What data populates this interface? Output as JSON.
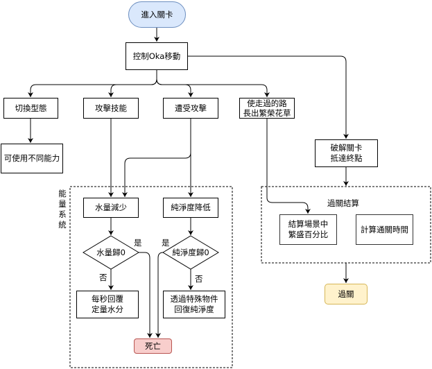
{
  "diagram": {
    "start": "進入關卡",
    "control": "控制Oka移動",
    "branches": {
      "switch_form": "切換型態",
      "attack_skill": "攻擊技能",
      "take_attack": "遭受攻擊",
      "grow_flowers": "使走過的路\n長出繁榮花草",
      "clear_stage": "破解關卡\n抵達終點"
    },
    "use_abilities": "可使用不同能力",
    "energy_system": {
      "title": "能量系統",
      "water_decrease": "水量減少",
      "purity_decrease": "純淨度降低",
      "water_zero": "水量歸0",
      "purity_zero": "純淨度歸0",
      "yes": "是",
      "no": "否",
      "water_recover": "每秒回覆\n定量水分",
      "purity_recover": "透過特殊物件\n回復純淨度",
      "death": "死亡"
    },
    "settlement": {
      "title": "過關結算",
      "prosperity": "結算場景中\n繁盛百分比",
      "clear_time": "計算通關時間"
    },
    "pass": "過關"
  },
  "colors": {
    "start_fill": "#dae8fc",
    "start_border": "#6c8ebf",
    "death_fill": "#f8cecc",
    "death_border": "#b85450",
    "pass_fill": "#fff2cc",
    "pass_border": "#d6b656"
  }
}
